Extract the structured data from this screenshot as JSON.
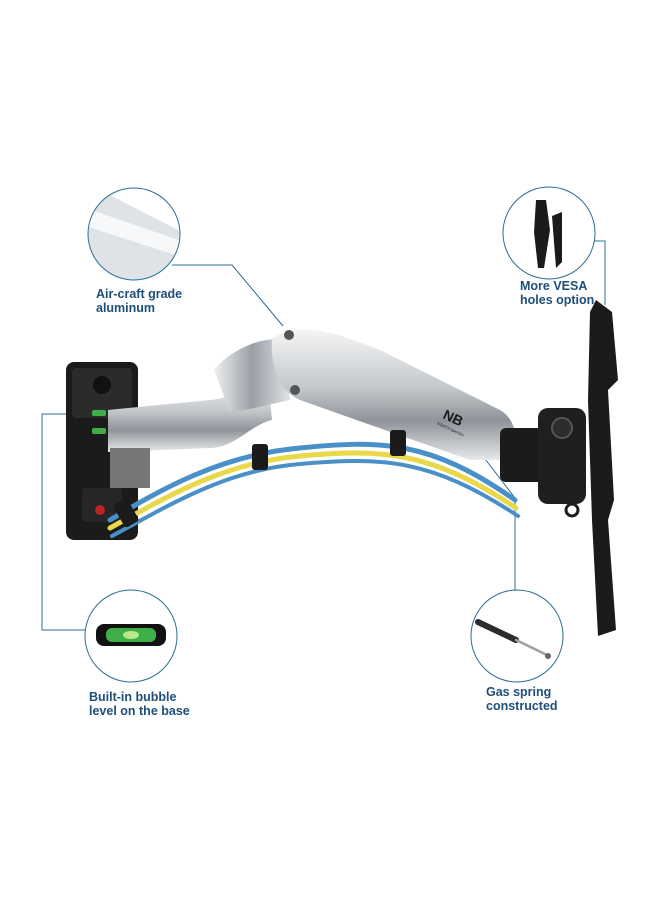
{
  "callouts": {
    "aluminum": {
      "line1": "Air-craft grade",
      "line2": "aluminum"
    },
    "vesa": {
      "line1": "More VESA",
      "line2": "holes option"
    },
    "bubble": {
      "line1": "Built-in bubble",
      "line2": "level on the base"
    },
    "gas": {
      "line1": "Gas spring",
      "line2": "constructed"
    }
  },
  "brand": {
    "mark": "NB",
    "name": "NORTH BAYOU"
  },
  "colors": {
    "accent": "#1f4e79",
    "line": "#2a6f93",
    "chrome": "#c9ccd0",
    "black": "#1b1b1b",
    "cable_blue": "#4a90c8",
    "cable_yellow": "#e8d84a",
    "level_green": "#3fae49"
  }
}
